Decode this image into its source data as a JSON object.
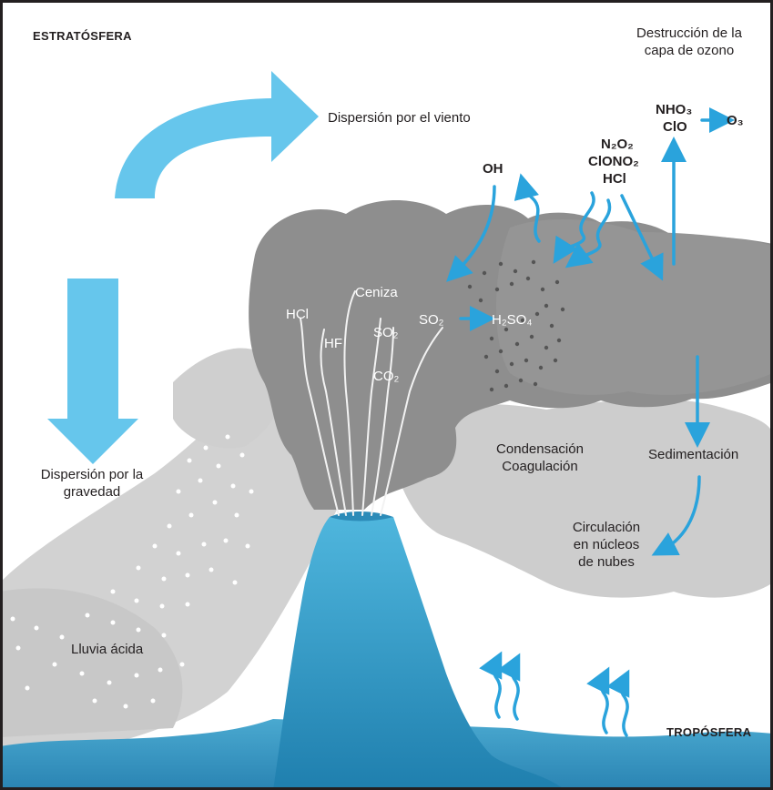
{
  "labels": {
    "estratosfera": "ESTRATÓSFERA",
    "troposfera": "TROPÓSFERA",
    "destruccion": [
      "Destrucción de la",
      "capa de ozono"
    ],
    "dispersion_viento": "Dispersión por el viento",
    "dispersion_gravedad": [
      "Dispersión por la",
      "gravedad"
    ],
    "lluvia_acida": "Lluvia ácida",
    "condensacion": [
      "Condensación",
      "Coagulación"
    ],
    "sedimentacion": "Sedimentación",
    "circulacion": [
      "Circulación",
      "en núcleos",
      "de nubes"
    ]
  },
  "gases": {
    "hcl": "HCl",
    "hf": "HF",
    "ceniza": "Ceniza",
    "so2": "SO₂",
    "co2": "CO₂",
    "so2_reaction": "SO₂",
    "h2so4": "H₂SO₄"
  },
  "chemistry": {
    "oh": "OH",
    "n2o2": "N₂O₂",
    "clono2": "ClONO₂",
    "hcl_upper": "HCl",
    "nho3": "NHO₃",
    "clo": "ClO",
    "o3": "O₃"
  },
  "colors": {
    "arrow_blue": "#5bc3ec",
    "volcano_blue": "#3ba2c9",
    "cloud_dark": "#8f8f8f",
    "cloud_mid": "#b9b9b9",
    "cloud_light": "#d6d6d6",
    "border": "#231f20"
  }
}
